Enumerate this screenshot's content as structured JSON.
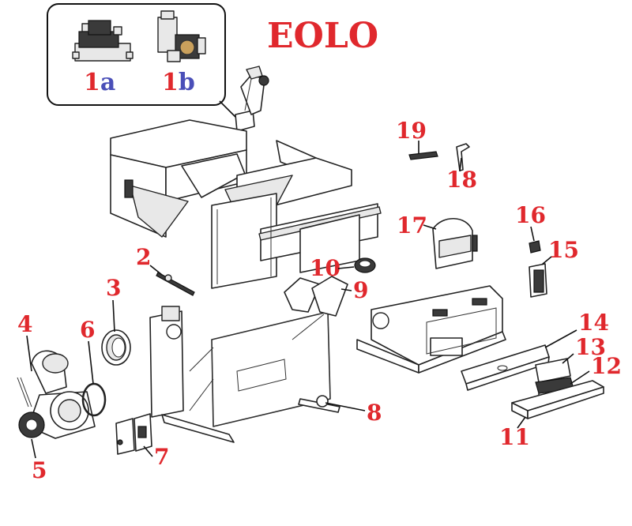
{
  "title": "EOLO",
  "inset": {
    "item_a": {
      "num": "1",
      "letter": "a"
    },
    "item_b": {
      "num": "1",
      "letter": "b"
    }
  },
  "labels": {
    "l2": "2",
    "l3": "3",
    "l4": "4",
    "l5": "5",
    "l6": "6",
    "l7": "7",
    "l8": "8",
    "l9": "9",
    "l10": "10",
    "l11": "11",
    "l12": "12",
    "l13": "13",
    "l14": "14",
    "l15": "15",
    "l16": "16",
    "l17": "17",
    "l18": "18",
    "l19": "19"
  },
  "colors": {
    "label_red": "#e0282d",
    "label_blue": "#4a4fb8",
    "line": "#222222"
  }
}
